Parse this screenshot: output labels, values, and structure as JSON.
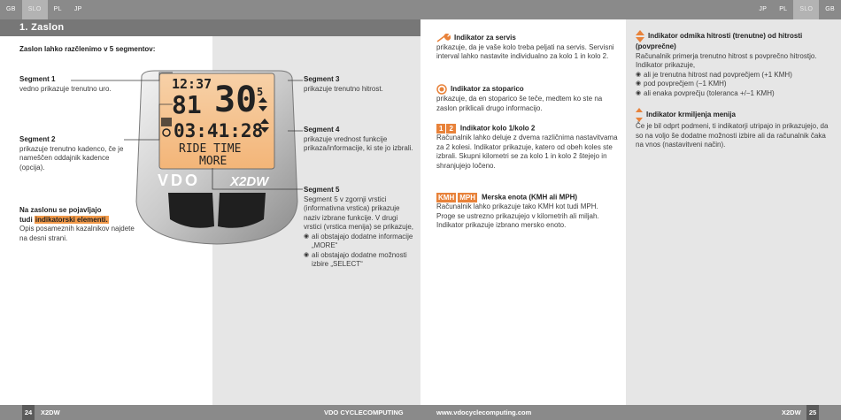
{
  "top_langs_left": [
    "GB",
    "SLO",
    "PL",
    "JP"
  ],
  "top_langs_right": [
    "JP",
    "PL",
    "SLO",
    "GB"
  ],
  "section_title": "1. Zaslon",
  "intro": "Zaslon lahko razčlenimo v 5 segmentov:",
  "segments_left": [
    {
      "title": "Segment 1",
      "body": "vedno prikazuje trenutno uro."
    },
    {
      "title": "Segment 2",
      "body": "prikazuje trenutno kadenco, če je nameščen oddajnik kadence (opcija)."
    }
  ],
  "indicator_note": {
    "line1": "Na zaslonu se pojavljajo",
    "line2_pre": "tudi ",
    "line2_hl": "indikatorski elementi.",
    "body": "Opis posameznih kazalnikov najdete na desni strani."
  },
  "device": {
    "brand": "VDO",
    "model": "X2DW",
    "time": "12:37",
    "cadence": "81",
    "speed": "30",
    "speed_small": "5",
    "trip": "03:41:28",
    "row1": "RIDE TIME",
    "row2": "MORE"
  },
  "segments_mid": [
    {
      "title": "Segment 3",
      "body": "prikazuje trenutno hitrost."
    },
    {
      "title": "Segment 4",
      "body": "prikazuje vrednost funkcije prikaza/informacije, ki ste jo izbrali."
    },
    {
      "title": "Segment 5",
      "body": "Segment 5 v zgornji vrstici (informativna vrstica) prikazuje naziv izbrane funkcije. V drugi vrstici (vrstica menija) se prikazuje,",
      "bullets": [
        "ali obstajajo dodatne informacije „MORE“",
        "ali obstajajo dodatne možnosti izbire „SELECT“"
      ]
    }
  ],
  "col3": [
    {
      "title": "Indikator za servis",
      "body": "prikazuje, da je vaše kolo treba peljati na servis. Servisni interval lahko nastavite individualno za kolo 1 in kolo 2."
    },
    {
      "title": "Indikator za stoparico",
      "body": "prikazuje, da en stoparico še teče, medtem ko ste na zaslon priklicali drugo informacijo."
    },
    {
      "title": "Indikator kolo 1/kolo 2",
      "icon1": "1",
      "icon2": "2",
      "body": "Računalnik lahko deluje z dvema različnima nastavitvama za 2 kolesi. Indikator prikazuje, katero od obeh koles ste izbrali. Skupni kilometri se za kolo 1 in kolo 2 štejejo in shranjujejo ločeno."
    },
    {
      "title": "Merska enota (KMH ali MPH)",
      "icon1": "KMH",
      "icon2": "MPH",
      "body": "Računalnik lahko prikazuje tako KMH kot tudi MPH. Proge se ustrezno prikazujejo v kilometrih ali miljah. Indikator prikazuje izbrano mersko enoto."
    }
  ],
  "col4": {
    "speed_title": "Indikator odmika hitrosti (trenutne) od hitrosti (povprečne)",
    "speed_body": "Računalnik primerja trenutno hitrost s povprečno hitrostjo. Indikator prikazuje,",
    "speed_bullets": [
      "ali je trenutna hitrost nad povprečjem (+1 KMH)",
      "pod povprečjem (−1 KMH)",
      "ali enaka povprečju (toleranca +/−1 KMH)"
    ],
    "menu_title": "Indikator krmiljenja menija",
    "menu_body": "Če je bil odprt podmeni, ti indikatorji utripajo in prikazujejo, da so na voljo še dodatne možnosti izbire ali da računalnik čaka na vnos (nastavitveni način)."
  },
  "footer": {
    "page_left": "24",
    "model_left": "X2DW",
    "brand_center": "VDO CYCLECOMPUTING",
    "url": "www.vdocyclecomputing.com",
    "model_right": "X2DW",
    "page_right": "25"
  },
  "colors": {
    "accent": "#f29a4a",
    "bar": "#8a8a8a",
    "dark_bar": "#777777",
    "panel": "#e6e6e6"
  }
}
